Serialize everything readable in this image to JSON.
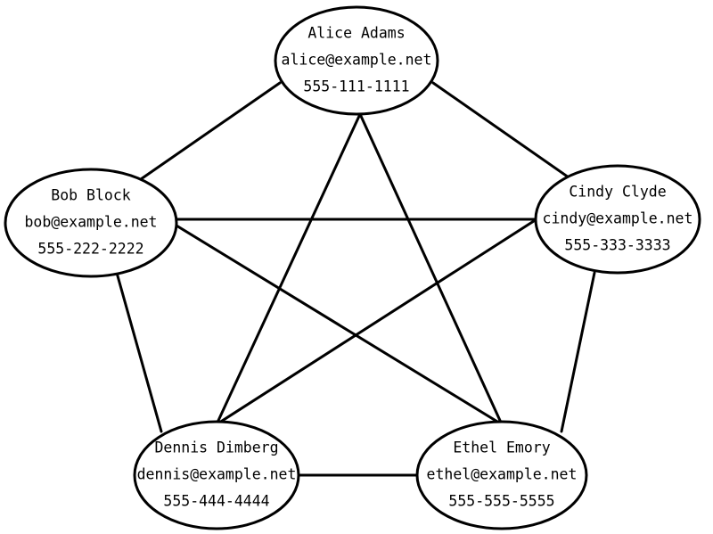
{
  "diagram": {
    "line_color": "#000000",
    "node_fill": "#ffffff",
    "nodes": [
      {
        "id": "alice",
        "name": "Alice Adams",
        "email": "alice@example.net",
        "phone": "555-111-1111"
      },
      {
        "id": "bob",
        "name": "Bob Block",
        "email": "bob@example.net",
        "phone": "555-222-2222"
      },
      {
        "id": "cindy",
        "name": "Cindy Clyde",
        "email": "cindy@example.net",
        "phone": "555-333-3333"
      },
      {
        "id": "dennis",
        "name": "Dennis Dimberg",
        "email": "dennis@example.net",
        "phone": "555-444-4444"
      },
      {
        "id": "ethel",
        "name": "Ethel Emory",
        "email": "ethel@example.net",
        "phone": "555-555-5555"
      }
    ],
    "edges": [
      [
        "alice",
        "bob"
      ],
      [
        "alice",
        "cindy"
      ],
      [
        "alice",
        "dennis"
      ],
      [
        "alice",
        "ethel"
      ],
      [
        "bob",
        "cindy"
      ],
      [
        "bob",
        "dennis"
      ],
      [
        "bob",
        "ethel"
      ],
      [
        "cindy",
        "dennis"
      ],
      [
        "cindy",
        "ethel"
      ],
      [
        "dennis",
        "ethel"
      ]
    ]
  }
}
